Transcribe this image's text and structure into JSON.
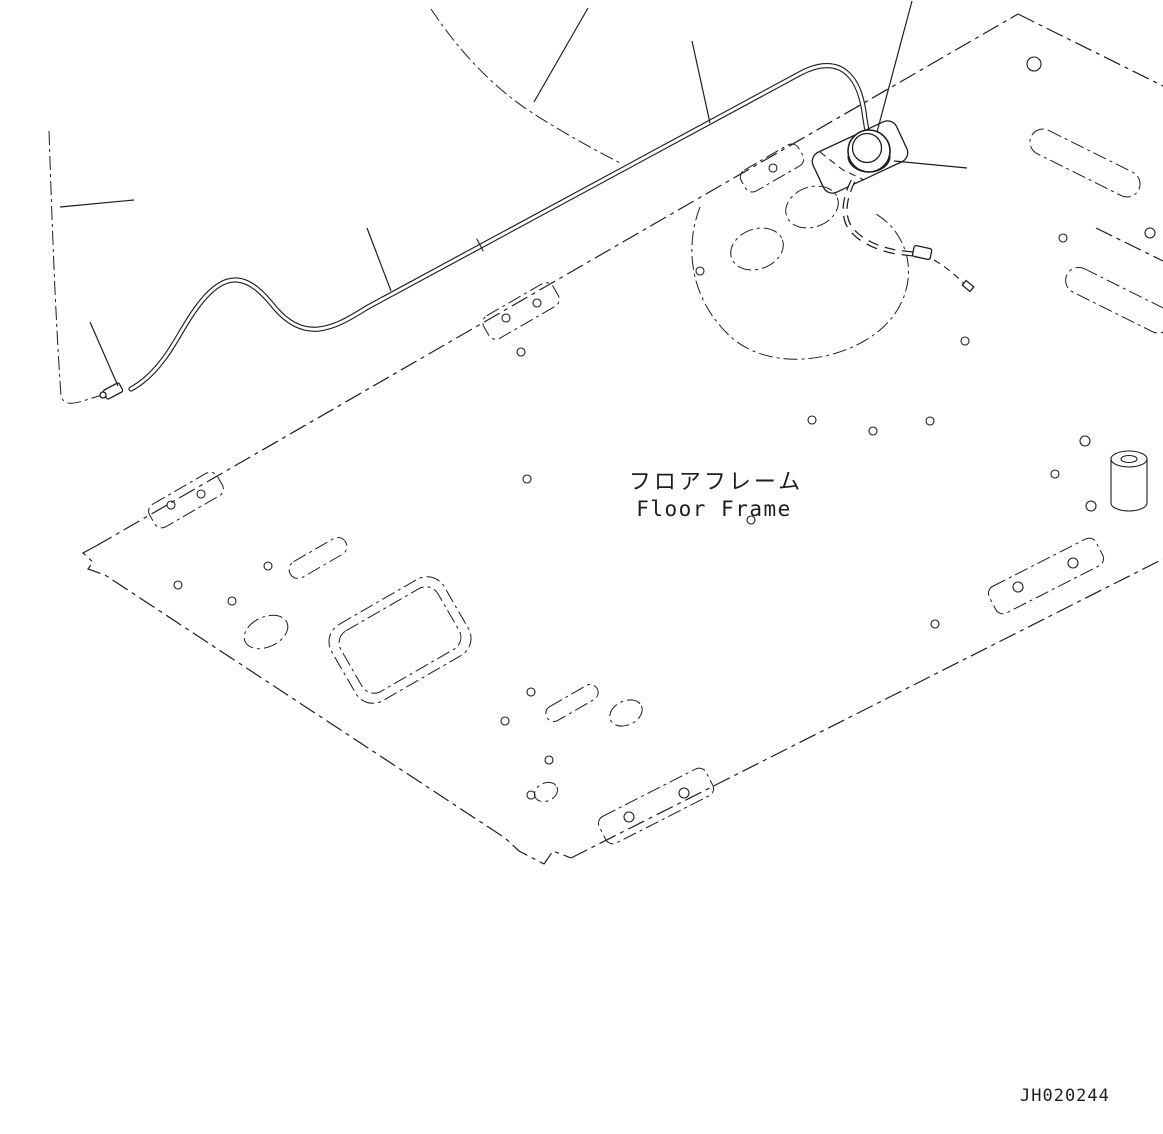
{
  "page": {
    "background": "#ffffff",
    "line_color": "#1e1e1e"
  },
  "labels": {
    "title_jp": "フロアフレーム",
    "title_en": "Floor Frame",
    "drawing_number": "JH020244"
  }
}
